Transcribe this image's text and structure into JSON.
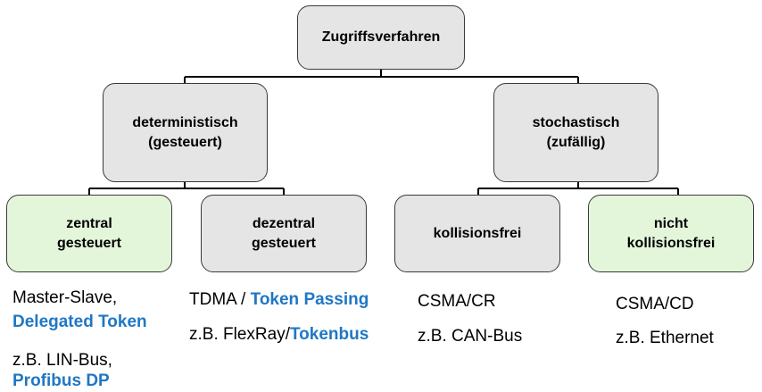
{
  "root": {
    "label": "Zugriffsverfahren"
  },
  "deterministic": {
    "line1": "deterministisch",
    "line2": "(gesteuert)"
  },
  "stochastic": {
    "line1": "stochastisch",
    "line2": "(zufällig)"
  },
  "central": {
    "line1": "zentral",
    "line2": "gesteuert"
  },
  "decentral": {
    "line1": "dezentral",
    "line2": "gesteuert"
  },
  "collisionfree": {
    "label": "kollisionsfrei"
  },
  "notcollisionfree": {
    "line1": "nicht",
    "line2": "kollisionsfrei"
  },
  "captions": {
    "central": {
      "a1": "Master-Slave,",
      "a2": "Delegated Token",
      "b1": "z.B. LIN-Bus,",
      "b2": "Profibus DP"
    },
    "decentral": {
      "a1": "TDMA / ",
      "a2": "Token Passing",
      "b1": "z.B. FlexRay/",
      "b2": "Tokenbus"
    },
    "collisionfree": {
      "a": "CSMA/CR",
      "b": "z.B. CAN-Bus"
    },
    "notcollisionfree": {
      "a": "CSMA/CD",
      "b": "z.B. Ethernet"
    }
  },
  "colors": {
    "gray_box": "#e5e5e5",
    "green_box": "#e3f6da",
    "highlight_text": "#1f77c4",
    "line": "#000000"
  }
}
